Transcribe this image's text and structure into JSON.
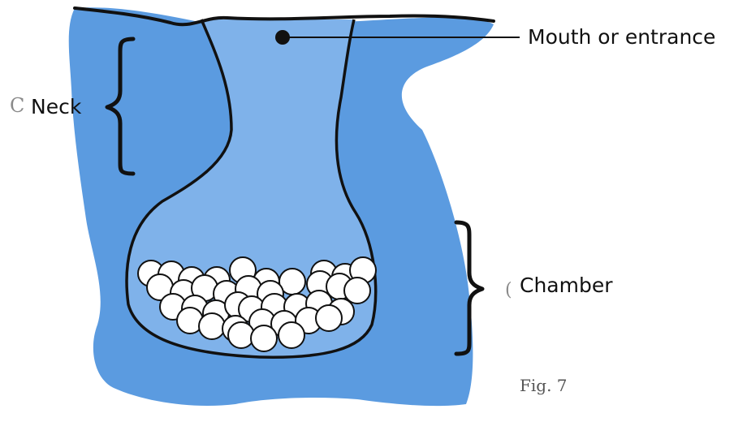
{
  "labels": {
    "mouth": "Mouth or entrance",
    "neck": "Neck",
    "chamber": "Chamber"
  },
  "artifacts": {
    "neck_fragment": "C",
    "chamber_fragment": "("
  },
  "caption": "Fig. 7",
  "colors": {
    "nest_fill": "#5b9be0",
    "inner_fill": "#7fb2ea",
    "outline": "#111111",
    "eggs": "#ffffff"
  },
  "egg_count": 38
}
